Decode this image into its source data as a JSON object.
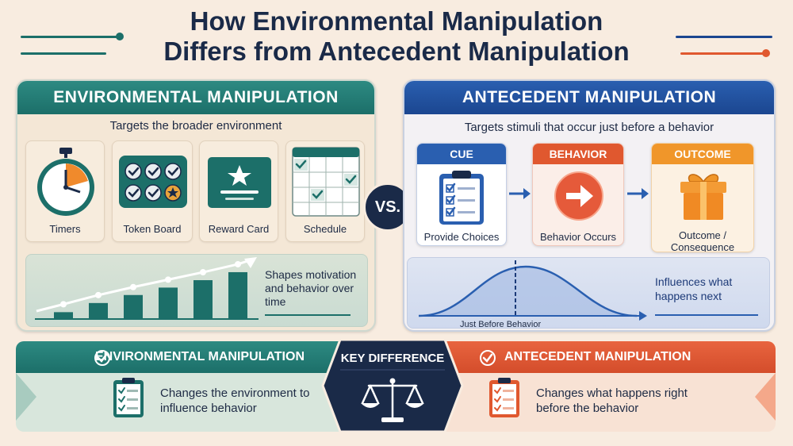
{
  "title": {
    "line1": "How Environmental Manipulation",
    "line2": "Differs from Antecedent Manipulation"
  },
  "colors": {
    "teal": "#1c6f69",
    "blue": "#1b4690",
    "orange": "#e0582f",
    "navy": "#1a2a48",
    "cream": "#f8ece0"
  },
  "environmental": {
    "header": "ENVIRONMENTAL MANIPULATION",
    "subtitle": "Targets the broader environment",
    "cards": [
      {
        "label": "Timers",
        "icon": "timer-icon"
      },
      {
        "label": "Token Board",
        "icon": "token-board-icon"
      },
      {
        "label": "Reward Card",
        "icon": "reward-card-icon"
      },
      {
        "label": "Schedule",
        "icon": "schedule-icon"
      }
    ],
    "chart_caption": "Shapes motivation and behavior over time",
    "chart_levels": [
      0.12,
      0.28,
      0.42,
      0.55,
      0.68,
      0.82
    ]
  },
  "vs_label": "VS.",
  "antecedent": {
    "header": "ANTECEDENT MANIPULATION",
    "subtitle": "Targets stimuli that occur just before a behavior",
    "steps": [
      {
        "title": "CUE",
        "label": "Provide Choices",
        "icon": "clipboard-checklist-icon"
      },
      {
        "title": "BEHAVIOR",
        "label": "Behavior Occurs",
        "icon": "arrow-right-icon"
      },
      {
        "title": "OUTCOME",
        "label": "Outcome / Consequence",
        "icon": "gift-icon"
      }
    ],
    "curve_label": "Just Before Behavior",
    "curve_caption": "Influences what happens next"
  },
  "key_difference": {
    "label": "KEY DIFFERENCE",
    "icon": "scale-icon"
  },
  "bottom": {
    "left": {
      "header": "ENVIRONMENTAL MANIPULATION",
      "text": "Changes the environment to influence behavior"
    },
    "right": {
      "header": "ANTECEDENT MANIPULATION",
      "text": "Changes what happens right before the behavior"
    }
  }
}
